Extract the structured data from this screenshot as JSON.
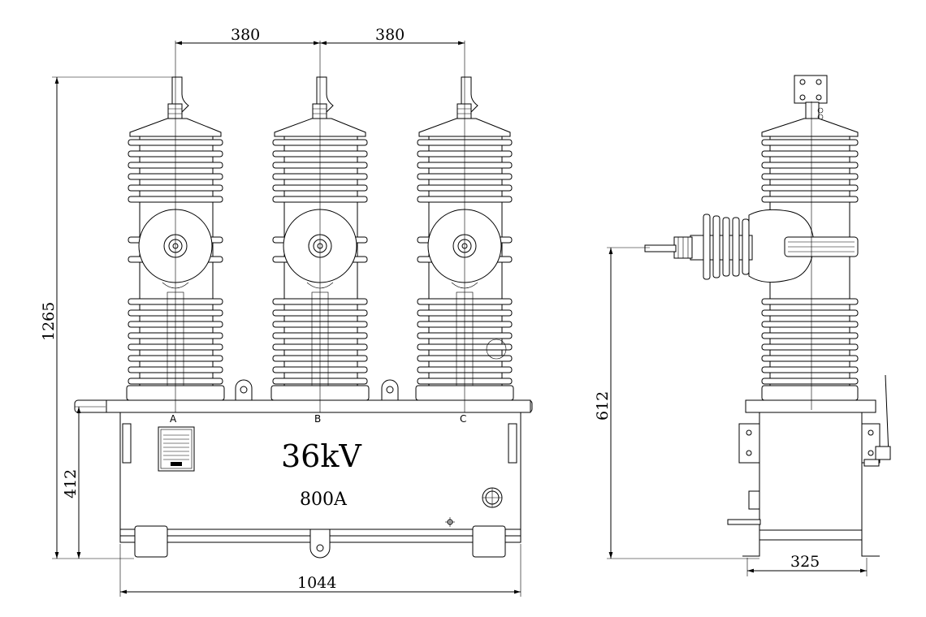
{
  "dimensions": {
    "phase_spacing_1": "380",
    "phase_spacing_2": "380",
    "total_height": "1265",
    "tank_height": "412",
    "tank_width": "1044",
    "terminal_height": "612",
    "side_depth": "325"
  },
  "phases": [
    "A",
    "B",
    "C"
  ],
  "ratings": {
    "voltage": "36kV",
    "current": "800A"
  }
}
